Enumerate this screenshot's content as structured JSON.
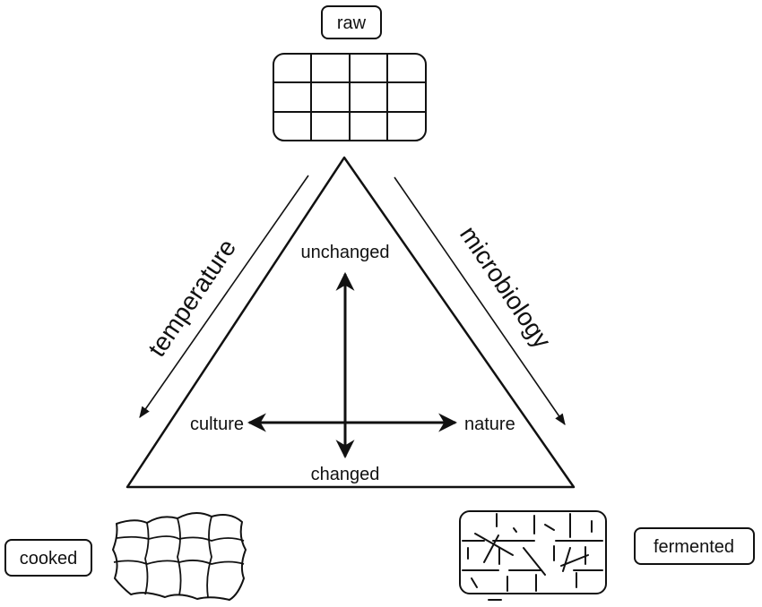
{
  "nodes": {
    "raw": "raw",
    "cooked": "cooked",
    "fermented": "fermented"
  },
  "edges": {
    "left": "temperature",
    "right": "microbiology"
  },
  "axes": {
    "top": "unchanged",
    "bottom": "changed",
    "left": "culture",
    "right": "nature"
  },
  "colors": {
    "stroke": "#111111",
    "background": "#ffffff"
  }
}
